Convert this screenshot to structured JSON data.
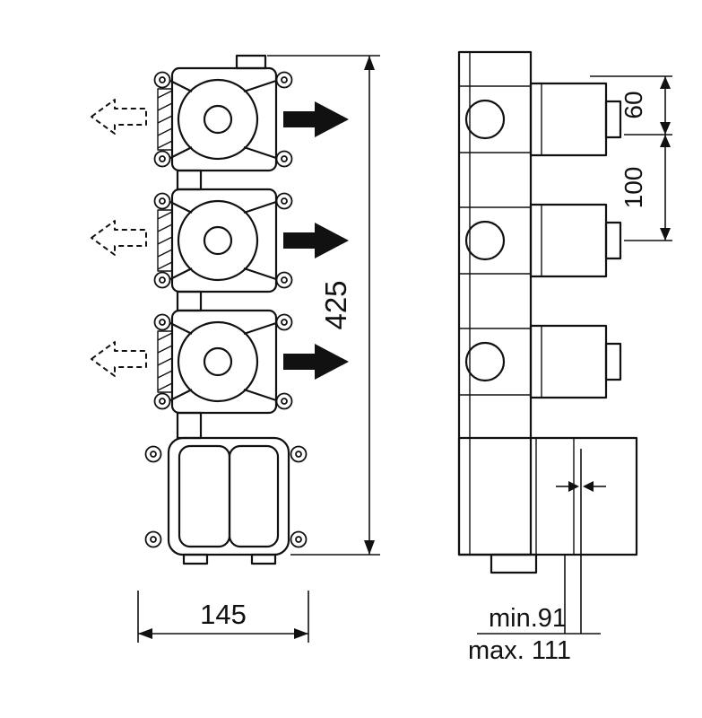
{
  "dimensions": {
    "height": "425",
    "width": "145",
    "top_offset": "60",
    "port_spacing": "100",
    "depth_min": "min.91",
    "depth_max": "max. 111"
  },
  "symbols": {
    "inlet_arrow": "dashed-outline-arrow-left",
    "outlet_arrow": "solid-arrow-right"
  },
  "colors": {
    "line": "#111111",
    "background": "#ffffff"
  }
}
